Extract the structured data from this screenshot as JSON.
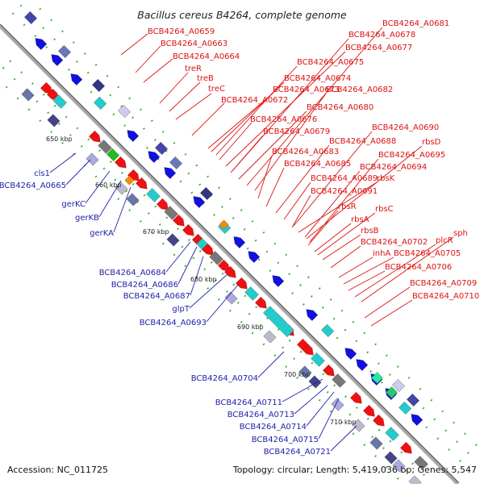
{
  "title": "Bacillus cereus B4264, complete genome",
  "footer": {
    "accession": "Accession: NC_011725",
    "summary": "Topology: circular; Length: 5,419,036 bp; Genes: 5,547"
  },
  "colors": {
    "forward": "#ee1111",
    "reverse": "#1111dd",
    "backbone": "#999999",
    "tick": "#33aa33",
    "label_forward": "#dd1111",
    "label_reverse": "#2222aa"
  },
  "ticks": [
    "650 kbp",
    "660 kbp",
    "670 kbp",
    "680 kbp",
    "690 kbp",
    "700 kbp",
    "710 kbp"
  ],
  "labels_forward": [
    "BCB4264_A0659",
    "BCB4264_A0663",
    "BCB4264_A0664",
    "treR",
    "treB",
    "treC",
    "BCB4264_A0672",
    "BCB4264_A0673",
    "BCB4264_A0674",
    "BCB4264_A0675",
    "BCB4264_A0676",
    "BCB4264_A0677",
    "BCB4264_A0678",
    "BCB4264_A0679",
    "BCB4264_A0680",
    "BCB4264_A0681",
    "BCB4264_A0682",
    "BCB4264_A0683",
    "BCB4264_A0685",
    "BCB4264_A0688",
    "BCB4264_A0689",
    "rbsK",
    "BCB4264_A0690",
    "rbsD",
    "BCB4264_A0694",
    "BCB4264_A0695",
    "BCB4264_A0691",
    "rbsR",
    "rbsA",
    "rbsC",
    "rbsB",
    "BCB4264_A0702",
    "plcR",
    "sph",
    "inhA",
    "BCB4264_A0705",
    "BCB4264_A0706",
    "BCB4264_A0709",
    "BCB4264_A0710"
  ],
  "labels_reverse": [
    "cls1",
    "BCB4264_A0665",
    "gerKC",
    "gerKB",
    "gerKA",
    "BCB4264_A0684",
    "BCB4264_A0686",
    "BCB4264_A0687",
    "glpT",
    "BCB4264_A0693",
    "BCB4264_A0704",
    "BCB4264_A0711",
    "BCB4264_A0713",
    "BCB4264_A0714",
    "BCB4264_A0715",
    "BCB4264_A0721"
  ]
}
